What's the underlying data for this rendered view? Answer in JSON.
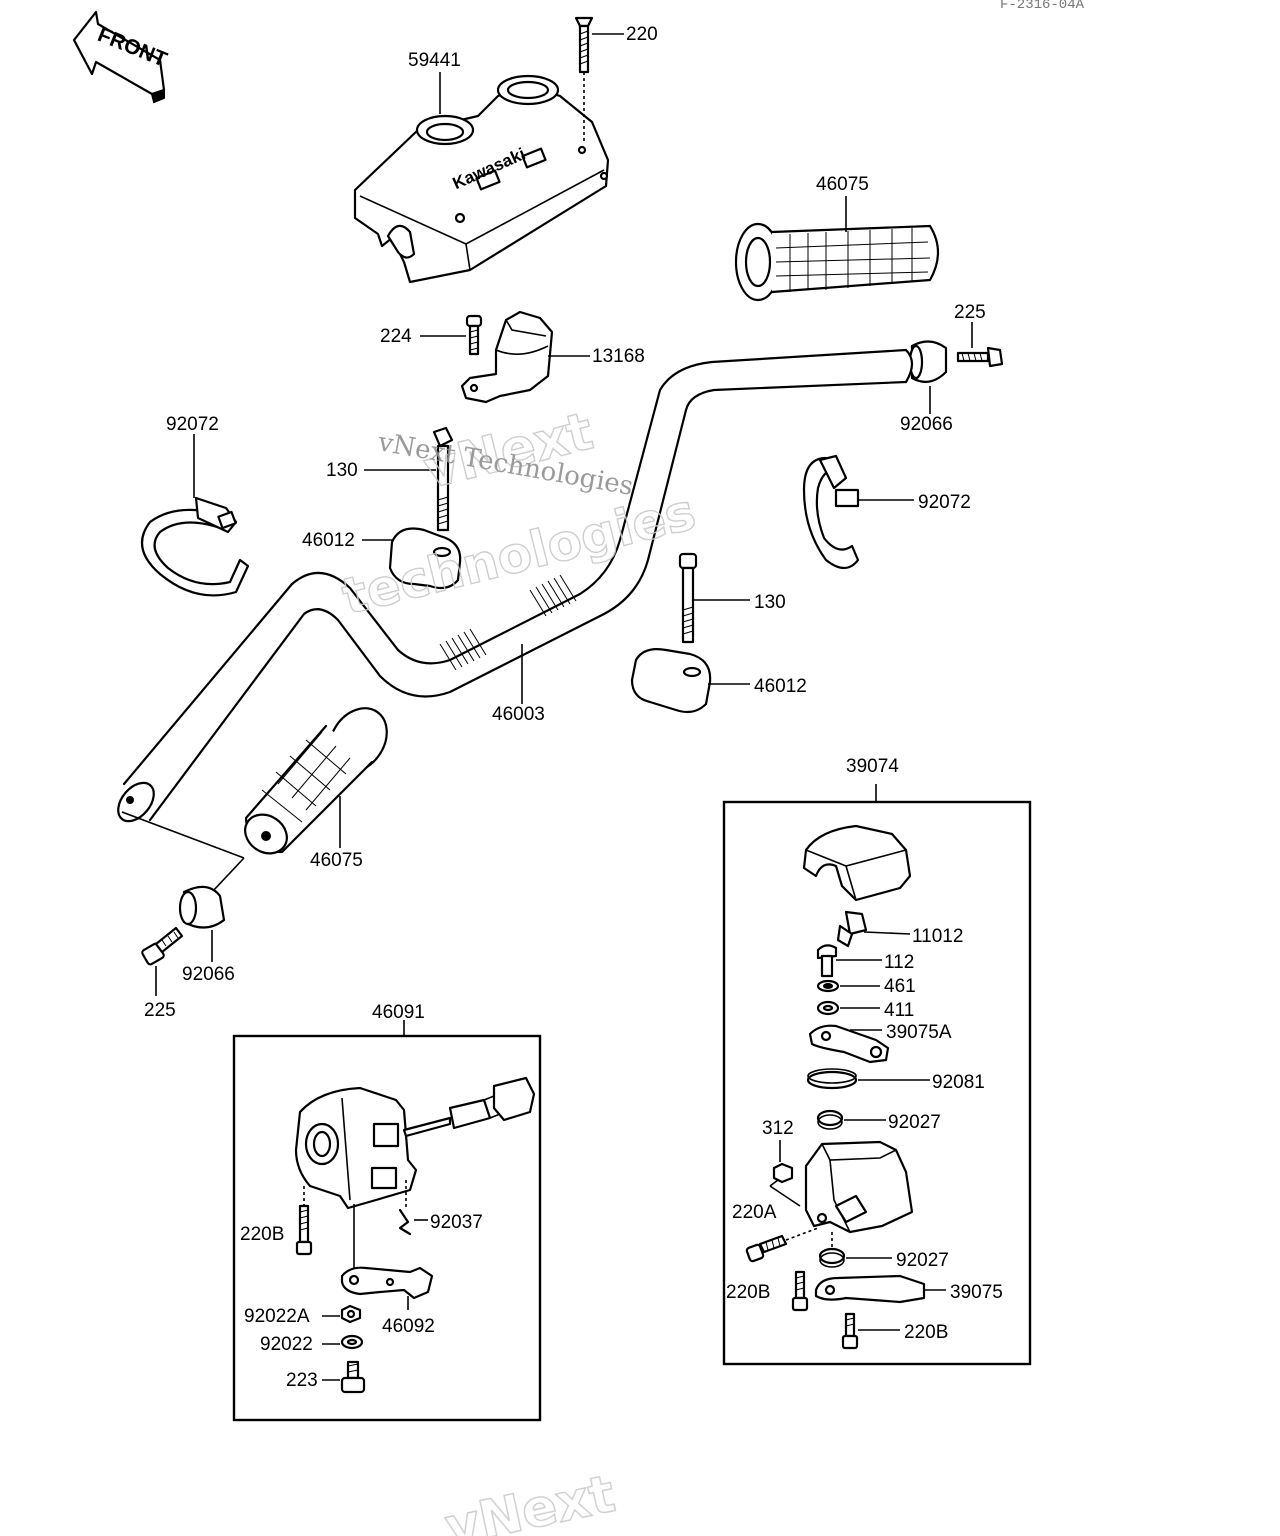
{
  "ref_code": "F-2316-04A",
  "front_badge": "FRONT",
  "cover_brand": "Kawasaki",
  "watermark": {
    "line1": "vNext",
    "line2": "technologies",
    "overlay": "vNext Technologies",
    "bottom": "vNext"
  },
  "labels": {
    "p59441": "59441",
    "p220_top": "220",
    "p46075_right": "46075",
    "p225_right": "225",
    "p224": "224",
    "p13168": "13168",
    "p92066_right": "92066",
    "p92072_left": "92072",
    "p130_left": "130",
    "p46012_left": "46012",
    "p92072_right": "92072",
    "p130_right": "130",
    "p46012_right": "46012",
    "p46003": "46003",
    "p46075_left": "46075",
    "p92066_left": "92066",
    "p225_left": "225",
    "p46091": "46091",
    "p220B_a": "220B",
    "p92037": "92037",
    "p92022A": "92022A",
    "p46092": "46092",
    "p92022": "92022",
    "p223": "223",
    "p39074": "39074",
    "p11012": "11012",
    "p112": "112",
    "p461": "461",
    "p411": "411",
    "p39075A": "39075A",
    "p92081": "92081",
    "p312": "312",
    "p92027_a": "92027",
    "p220A": "220A",
    "p92027_b": "92027",
    "p220B_b": "220B",
    "p39075": "39075",
    "p220B_c": "220B"
  }
}
